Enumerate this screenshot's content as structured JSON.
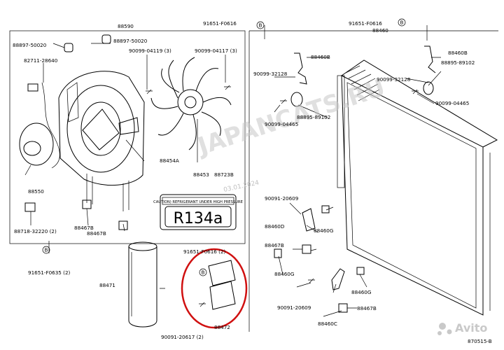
{
  "diagram": {
    "labels": {
      "l88590": "88590",
      "l88897a": "88897-50020",
      "l88897b": "88897-50020",
      "l82711": "82711-28640",
      "l90099a": "90099-04119 (3)",
      "l90099b": "90099-04117 (3)",
      "l88454": "88454A",
      "l88453": "88453",
      "l88723": "88723B",
      "l88550": "88550",
      "l88718": "88718-32220 (2)",
      "l88467a": "88467B",
      "l88467b": "88467B",
      "l91651a": "91651-F0616",
      "l91651b": "91651-F0616",
      "l88460": "88460",
      "l88460b1": "88460B",
      "l88460b2": "88460B",
      "l90099c": "90099-32128",
      "l90099d": "90099-32128",
      "l88895a": "88895-89102",
      "l88895b": "88895-89102",
      "l90099e": "90099-04465",
      "l90099f": "90099-04465",
      "l90091a": "90091-20609",
      "l88460d": "88460D",
      "l88460g1": "88460G",
      "l88467c": "88467B",
      "l88460g2": "88460G",
      "l91651c": "91651-F0635 (2)",
      "l88471": "88471",
      "l91651d": "91651-F0616 (2)",
      "l88472": "88472",
      "l90091b": "90091-20617 (2)",
      "l90091c": "90091-20609",
      "l88460g3": "88460G",
      "l88467d": "88467B",
      "l88460c": "88460C",
      "l870515": "870515-B"
    },
    "refrigerant_label": {
      "caution": "CAUTION) REFRIGERANT UNDER HIGH PRESSURE",
      "code": "R134a"
    },
    "fastener_symbol": "B",
    "watermark": "JAPANCATS.RU",
    "date_stamp": "03.01.2024",
    "avito": "Avito"
  }
}
